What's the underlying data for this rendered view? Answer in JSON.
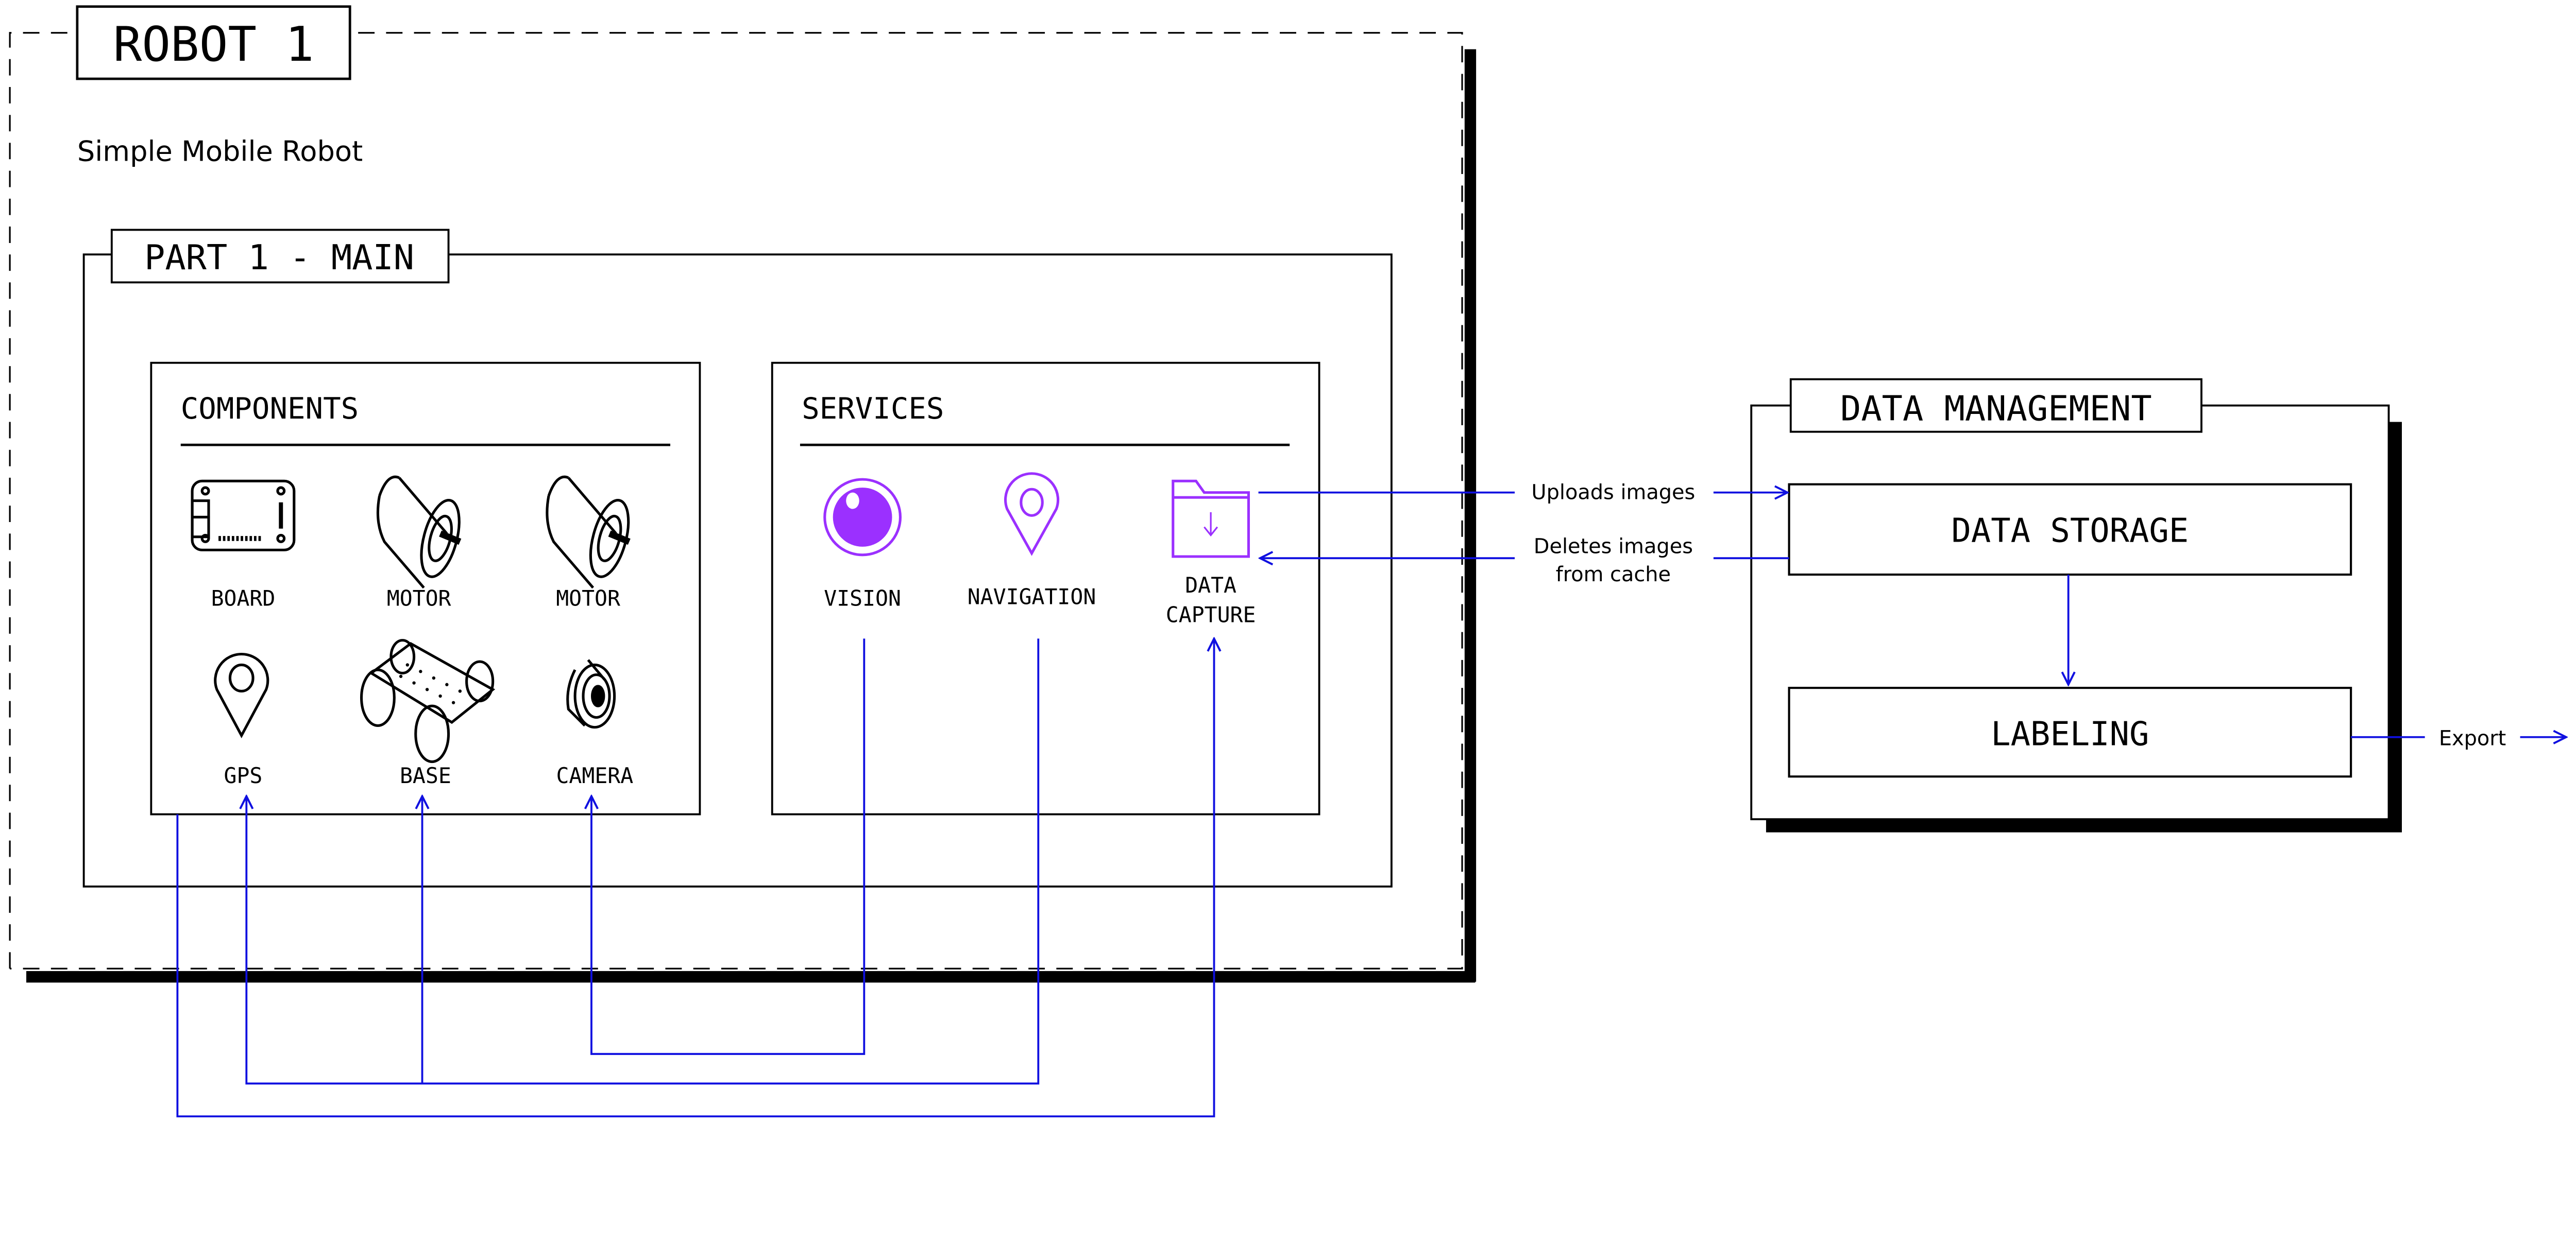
{
  "robot": {
    "title": "ROBOT 1",
    "subtitle": "Simple Mobile Robot"
  },
  "part": {
    "title": "PART 1 - MAIN"
  },
  "components": {
    "heading": "COMPONENTS",
    "items": [
      {
        "label": "BOARD",
        "icon": "board-icon"
      },
      {
        "label": "MOTOR",
        "icon": "motor-icon"
      },
      {
        "label": "MOTOR",
        "icon": "motor-icon"
      },
      {
        "label": "GPS",
        "icon": "gps-pin-icon"
      },
      {
        "label": "BASE",
        "icon": "rover-base-icon"
      },
      {
        "label": "CAMERA",
        "icon": "camera-icon"
      }
    ]
  },
  "services": {
    "heading": "SERVICES",
    "items": [
      {
        "label": "VISION",
        "icon": "eye-icon"
      },
      {
        "label": "NAVIGATION",
        "icon": "location-pin-icon"
      },
      {
        "label_line1": "DATA",
        "label_line2": "CAPTURE",
        "icon": "folder-download-icon"
      }
    ]
  },
  "data_management": {
    "title": "DATA MANAGEMENT",
    "storage": "DATA STORAGE",
    "labeling": "LABELING"
  },
  "flows": {
    "uploads": "Uploads images",
    "deletes_line1": "Deletes images",
    "deletes_line2": "from cache",
    "export": "Export"
  },
  "colors": {
    "arrow": "#1010e0",
    "service_icon": "#9b30ff",
    "border": "#000000"
  }
}
